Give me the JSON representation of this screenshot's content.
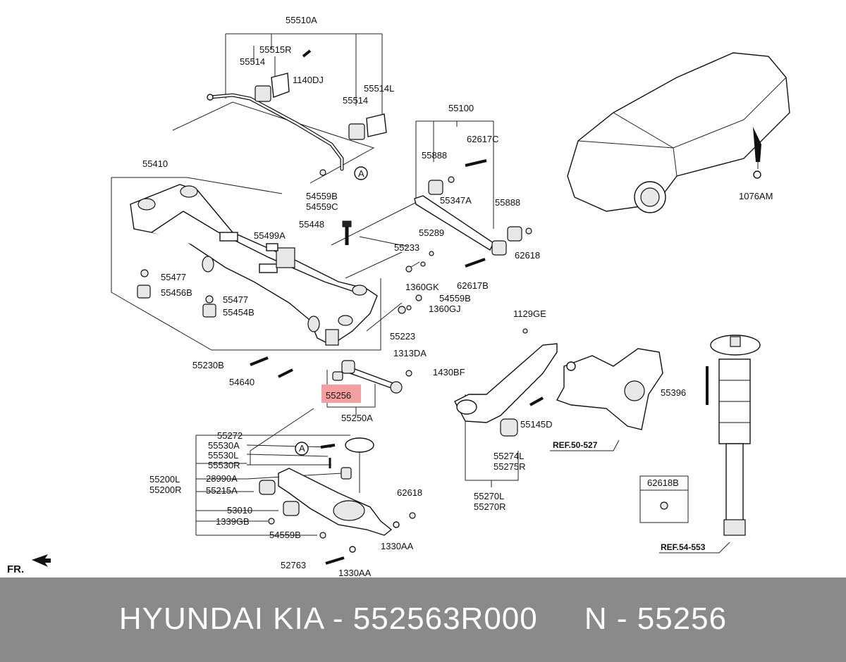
{
  "footer": {
    "text": "HYUNDAI KIA - 552563R000     N - 55256"
  },
  "orientation_label": "FR.",
  "highlight_color": "#f4a0a0",
  "highlighted_part": "55256",
  "labels": {
    "l55510A": "55510A",
    "l55515R": "55515R",
    "l55514a": "55514",
    "l1140DJ": "1140DJ",
    "l55514L": "55514L",
    "l55514b": "55514",
    "l55100": "55100",
    "l55888a": "55888",
    "l62617C": "62617C",
    "l55347A": "55347A",
    "l55888b": "55888",
    "l1076AM": "1076AM",
    "l55410": "55410",
    "l54559B_top": "54559B",
    "l54559C": "54559C",
    "l55448": "55448",
    "l55289": "55289",
    "l55499A": "55499A",
    "l55233": "55233",
    "l62618a": "62618",
    "l62617B": "62617B",
    "l55477a": "55477",
    "l55456B": "55456B",
    "l1360GK": "1360GK",
    "l55477b": "55477",
    "l54559B_mid": "54559B",
    "l55454B": "55454B",
    "l1360GJ": "1360GJ",
    "l1129GE": "1129GE",
    "l55223": "55223",
    "l1313DA": "1313DA",
    "l55230B": "55230B",
    "l1430BF": "1430BF",
    "l54640": "54640",
    "l55256": "55256",
    "l55396": "55396",
    "l55250A": "55250A",
    "l55145D": "55145D",
    "l55272": "55272",
    "lREF50": "REF.50-527",
    "l55530A": "55530A",
    "l55530L": "55530L",
    "l55530R": "55530R",
    "l55274L": "55274L",
    "l55275R": "55275R",
    "lA_top": "A",
    "lA_bottom": "A",
    "l55200L": "55200L",
    "l55200R": "55200R",
    "l28990A": "28990A",
    "l55215A": "55215A",
    "l62618b": "62618",
    "l55270L": "55270L",
    "l55270R": "55270R",
    "l62618B_box": "62618B",
    "l53010": "53010",
    "l1339GB": "1339GB",
    "l54559B_bot": "54559B",
    "l1330AA_a": "1330AA",
    "l52763": "52763",
    "l1330AA_b": "1330AA",
    "lREF54": "REF.54-553"
  }
}
